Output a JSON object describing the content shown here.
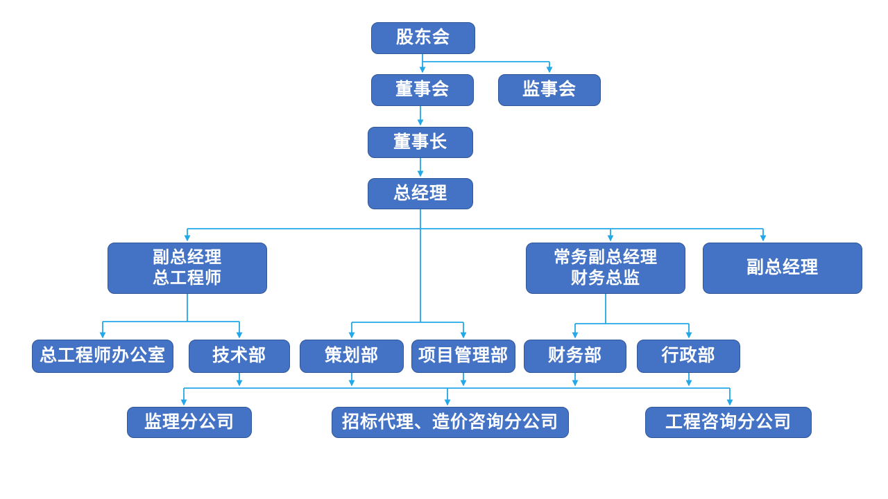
{
  "diagram": {
    "type": "org-chart",
    "colors": {
      "node_fill": "#4472C4",
      "node_border": "#2F5597",
      "node_text": "#FFFFFF",
      "connector": "#22A7E8",
      "background": "#FFFFFF"
    }
  },
  "nodes": {
    "shareholders": {
      "label": "股东会"
    },
    "board": {
      "label": "董事会"
    },
    "supervisory": {
      "label": "监事会"
    },
    "chairman": {
      "label": "董事长"
    },
    "general_manager": {
      "label": "总经理"
    },
    "deputy_gm_chief_engineer": {
      "label": "副总经理\n总工程师"
    },
    "exec_deputy_gm_cfo": {
      "label": "常务副总经理\n财务总监"
    },
    "deputy_gm": {
      "label": "副总经理"
    },
    "chief_engineer_office": {
      "label": "总工程师办公室"
    },
    "tech_dept": {
      "label": "技术部"
    },
    "planning_dept": {
      "label": "策划部"
    },
    "project_mgmt_dept": {
      "label": "项目管理部"
    },
    "finance_dept": {
      "label": "财务部"
    },
    "admin_dept": {
      "label": "行政部"
    },
    "supervision_branch": {
      "label": "监理分公司"
    },
    "tender_cost_branch": {
      "label": "招标代理、造价咨询分公司"
    },
    "engineering_consulting_branch": {
      "label": "工程咨询分公司"
    }
  },
  "edges": [
    {
      "from": "shareholders",
      "to": "board"
    },
    {
      "from": "shareholders",
      "to": "supervisory"
    },
    {
      "from": "board",
      "to": "chairman"
    },
    {
      "from": "chairman",
      "to": "general_manager"
    },
    {
      "from": "general_manager",
      "to": "deputy_gm_chief_engineer"
    },
    {
      "from": "general_manager",
      "to": "exec_deputy_gm_cfo"
    },
    {
      "from": "general_manager",
      "to": "deputy_gm"
    },
    {
      "from": "general_manager",
      "to": "planning_dept"
    },
    {
      "from": "general_manager",
      "to": "project_mgmt_dept"
    },
    {
      "from": "deputy_gm_chief_engineer",
      "to": "chief_engineer_office"
    },
    {
      "from": "deputy_gm_chief_engineer",
      "to": "tech_dept"
    },
    {
      "from": "exec_deputy_gm_cfo",
      "to": "finance_dept"
    },
    {
      "from": "exec_deputy_gm_cfo",
      "to": "admin_dept"
    }
  ],
  "shared_rail": {
    "sources": [
      "tech_dept",
      "planning_dept",
      "project_mgmt_dept",
      "finance_dept",
      "admin_dept"
    ],
    "targets": [
      "supervision_branch",
      "tender_cost_branch",
      "engineering_consulting_branch"
    ]
  }
}
